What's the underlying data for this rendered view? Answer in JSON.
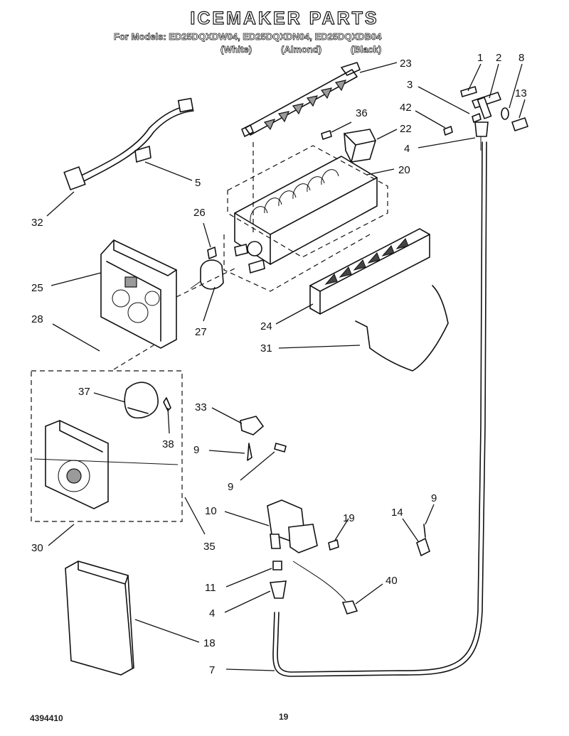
{
  "header": {
    "title": "ICEMAKER PARTS",
    "models_line": "For Models: ED25DQXDW04, ED25DQXDN04, ED25DQXDB04",
    "colors": [
      "(White)",
      "(Almond)",
      "(Black)"
    ]
  },
  "footer": {
    "doc_number": "4394410",
    "page_number": "19"
  },
  "callouts": [
    "1",
    "2",
    "8",
    "3",
    "13",
    "42",
    "4",
    "23",
    "36",
    "22",
    "20",
    "5",
    "32",
    "26",
    "25",
    "28",
    "27",
    "24",
    "31",
    "37",
    "33",
    "38",
    "9",
    "9",
    "10",
    "19",
    "35",
    "30",
    "9",
    "14",
    "11",
    "40",
    "4",
    "18",
    "7"
  ]
}
